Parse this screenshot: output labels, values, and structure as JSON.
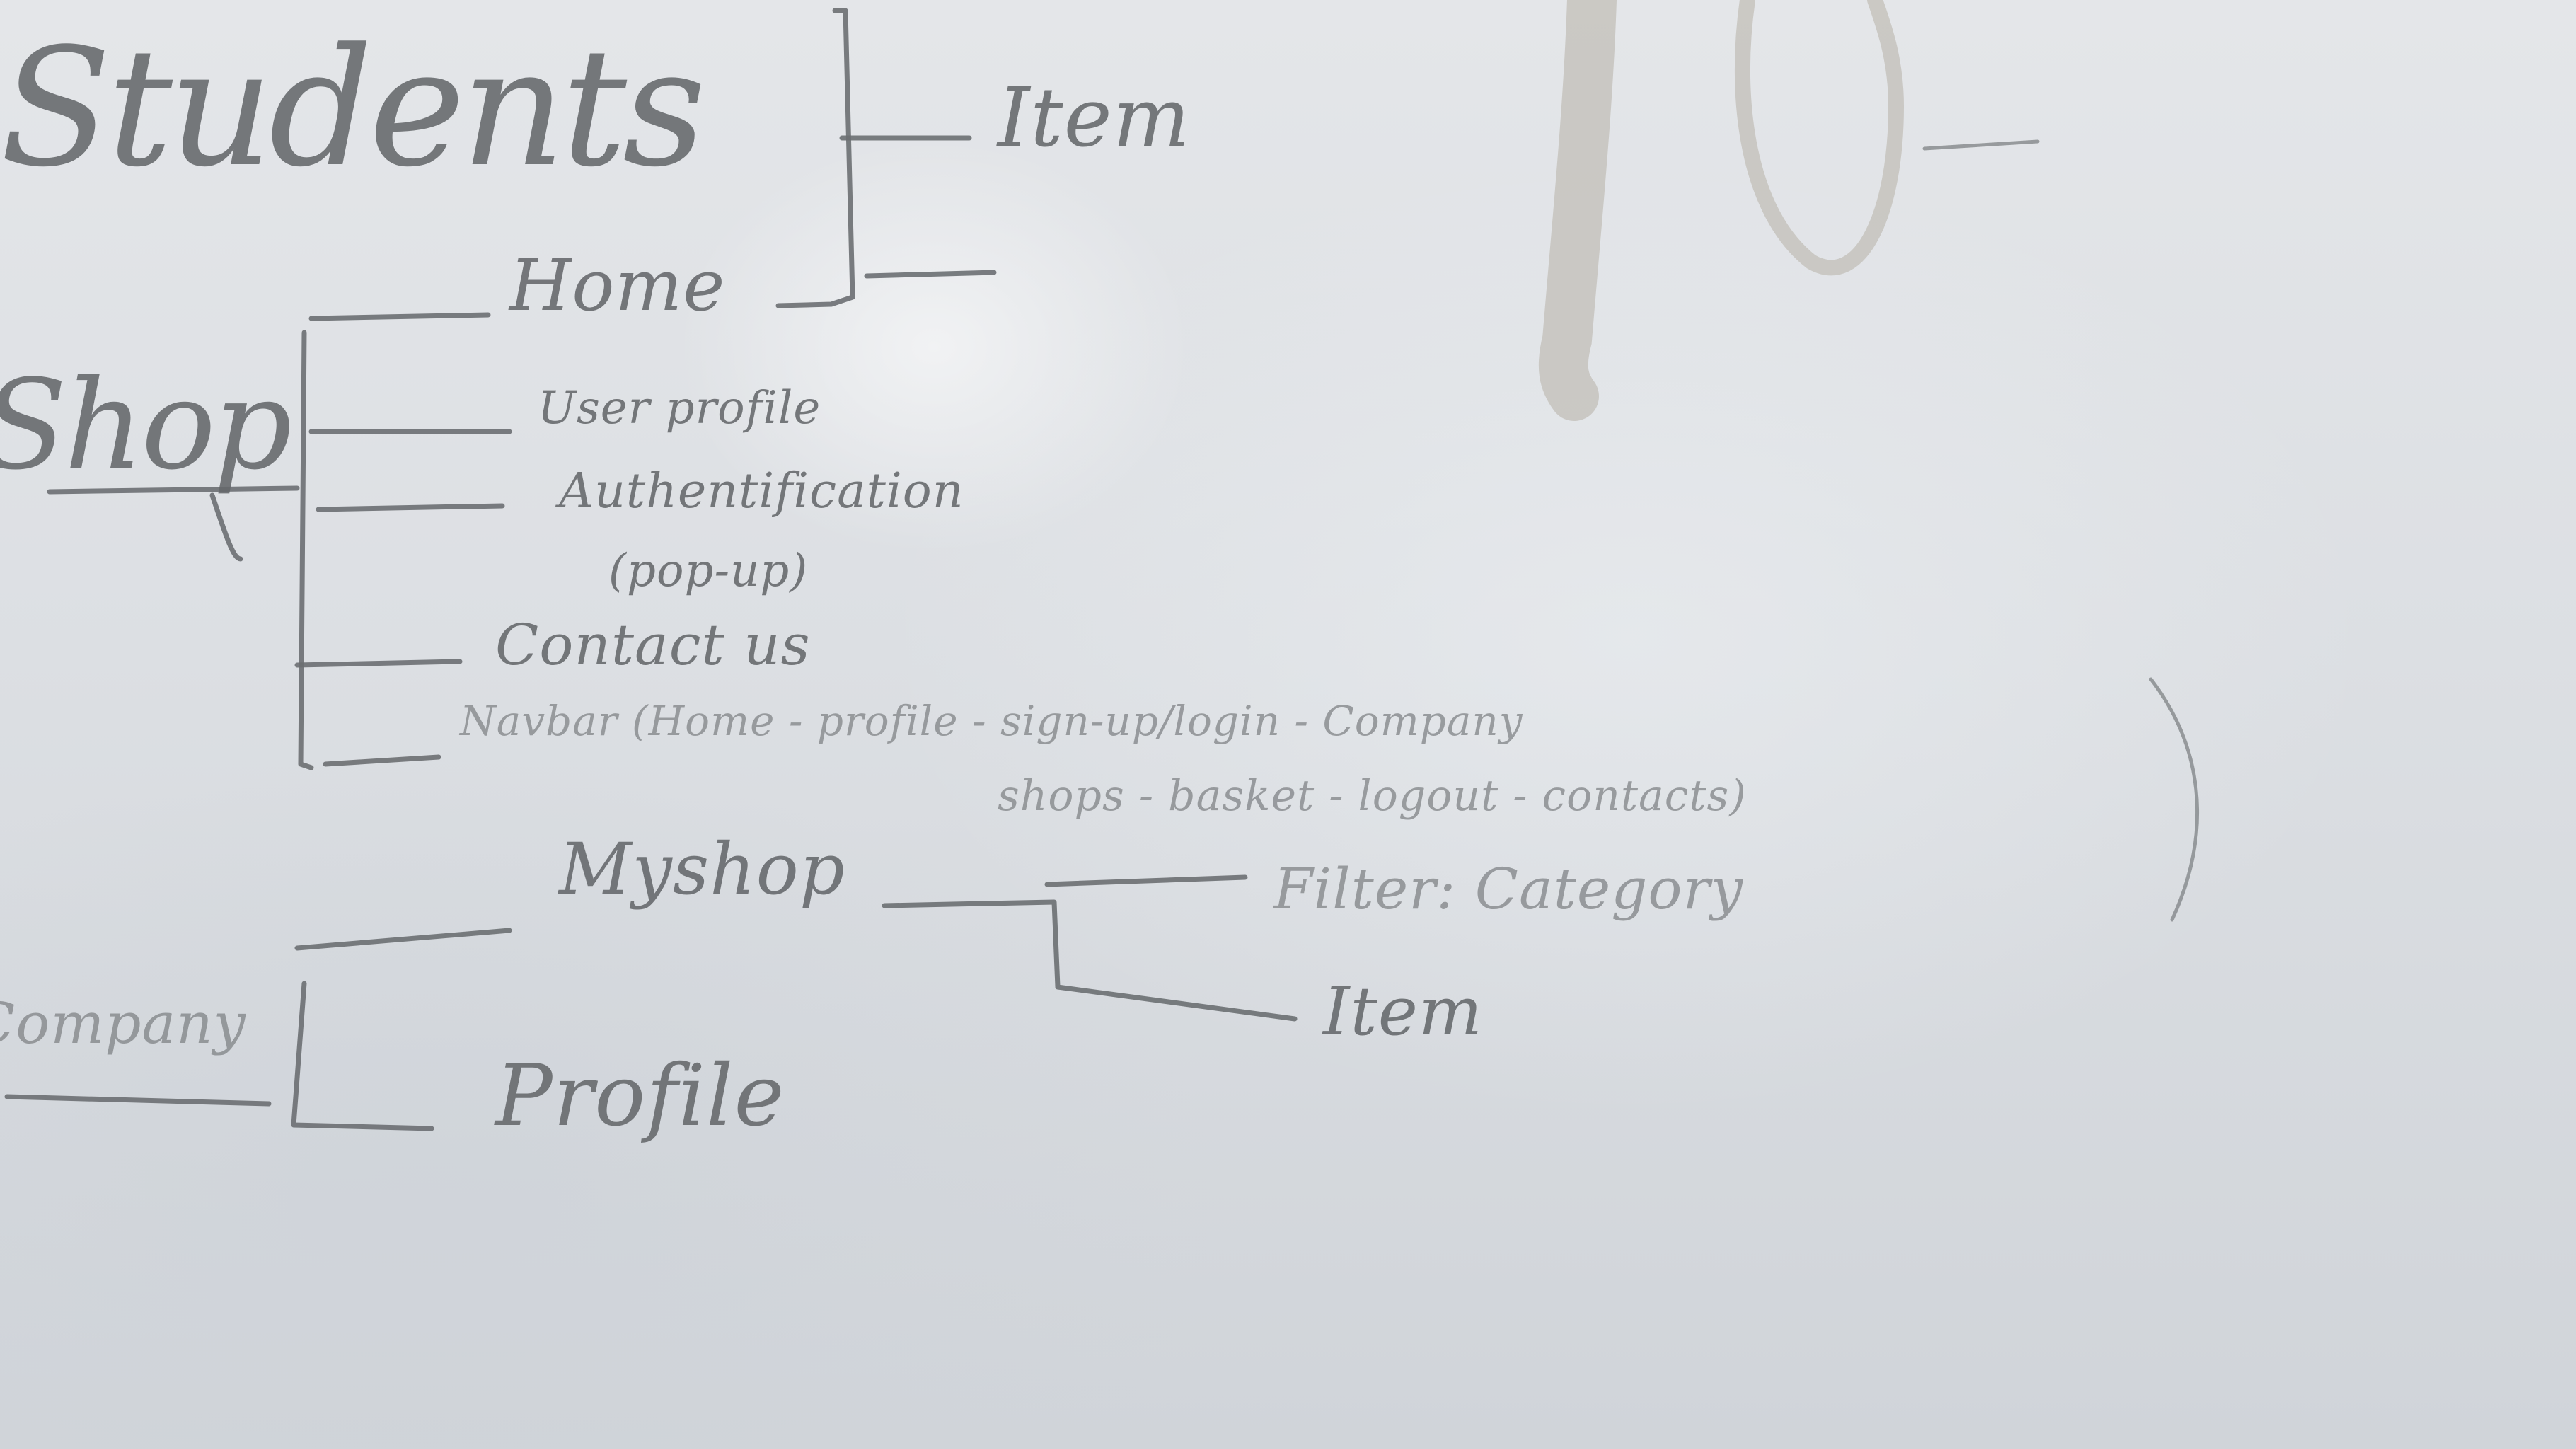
{
  "image": {
    "kind": "whiteboard-photo",
    "ink_color": "#6c6f72",
    "board_color": "#dfe2e5"
  },
  "sections": {
    "students": "Students",
    "shop": "Shop",
    "company": "Company"
  },
  "students_branch": {
    "home": "Home",
    "item": "Item"
  },
  "shop_branch": {
    "home": "Home",
    "user_profile": "User profile",
    "authentification": "Authentification",
    "authentification_note": "(pop-up)",
    "contact_us": "Contact us",
    "navbar": "Navbar (Home - profile - sign-up/login - Company",
    "navbar_cont": "shops - basket - logout - contacts)"
  },
  "company_branch": {
    "myshop": "Myshop",
    "filter_category": "Filter: Category",
    "item": "Item",
    "profile": "Profile"
  }
}
